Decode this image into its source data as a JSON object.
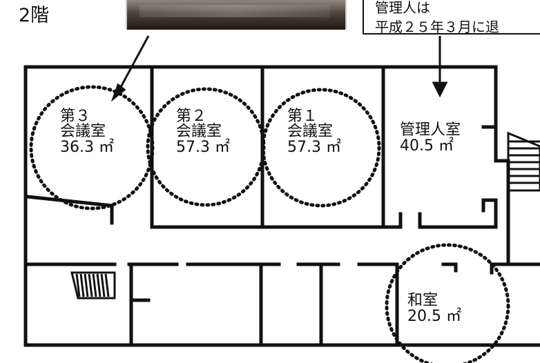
{
  "floor_label": "2階",
  "notice": {
    "line1": "管理人は",
    "line2": "平成２５年３月に退"
  },
  "rooms": {
    "conference3": {
      "name_line1": "第３",
      "name_line2": "会議室",
      "area": "36.3 ㎡"
    },
    "conference2": {
      "name_line1": "第２",
      "name_line2": "会議室",
      "area": "57.3 ㎡"
    },
    "conference1": {
      "name_line1": "第１",
      "name_line2": "会議室",
      "area": "57.3 ㎡"
    },
    "manager": {
      "name": "管理人室",
      "area": "40.5 ㎡"
    },
    "japanese": {
      "name": "和室",
      "area": "20.5 ㎡"
    }
  },
  "colors": {
    "wall": "#111111",
    "background": "#ffffff"
  }
}
